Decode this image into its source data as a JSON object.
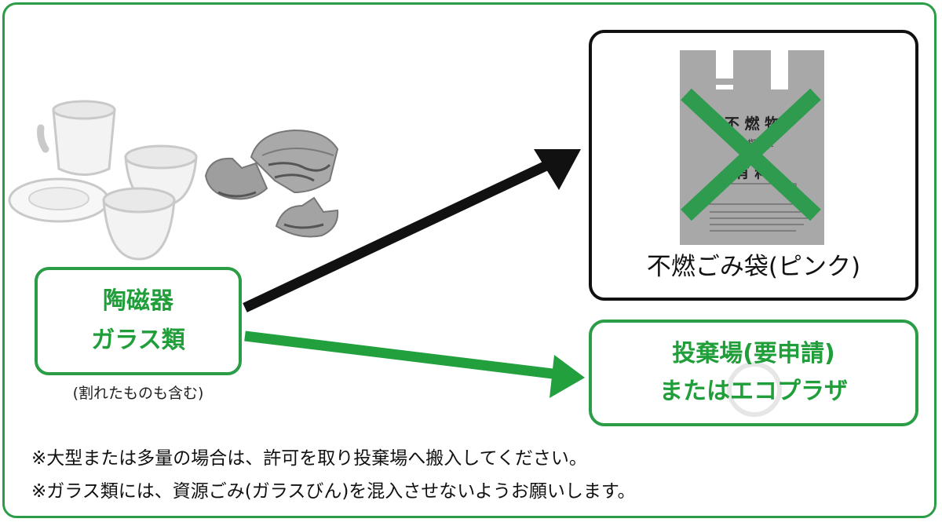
{
  "source": {
    "line1": "陶磁器",
    "line2": "ガラス類",
    "sub": "(割れたものも含む)"
  },
  "bag": {
    "label": "不燃ごみ袋(ピンク)",
    "print_title": "不 燃 物",
    "print_sub": "ごみ指定袋",
    "print_fee": "有 料",
    "status": "crossed-out"
  },
  "destination": {
    "line1": "投棄場(要申請)",
    "line2": "またはエコプラザ"
  },
  "notes": [
    "※大型または多量の場合は、許可を取り投棄場へ搬入してください。",
    "※ガラス類には、資源ごみ(ガラスびん)を混入させないようお願いします。"
  ],
  "colors": {
    "green": "#2a9d46",
    "text_green": "#1f9e3a",
    "black_arrow": "#111111",
    "cross": "#2e9b4f"
  }
}
